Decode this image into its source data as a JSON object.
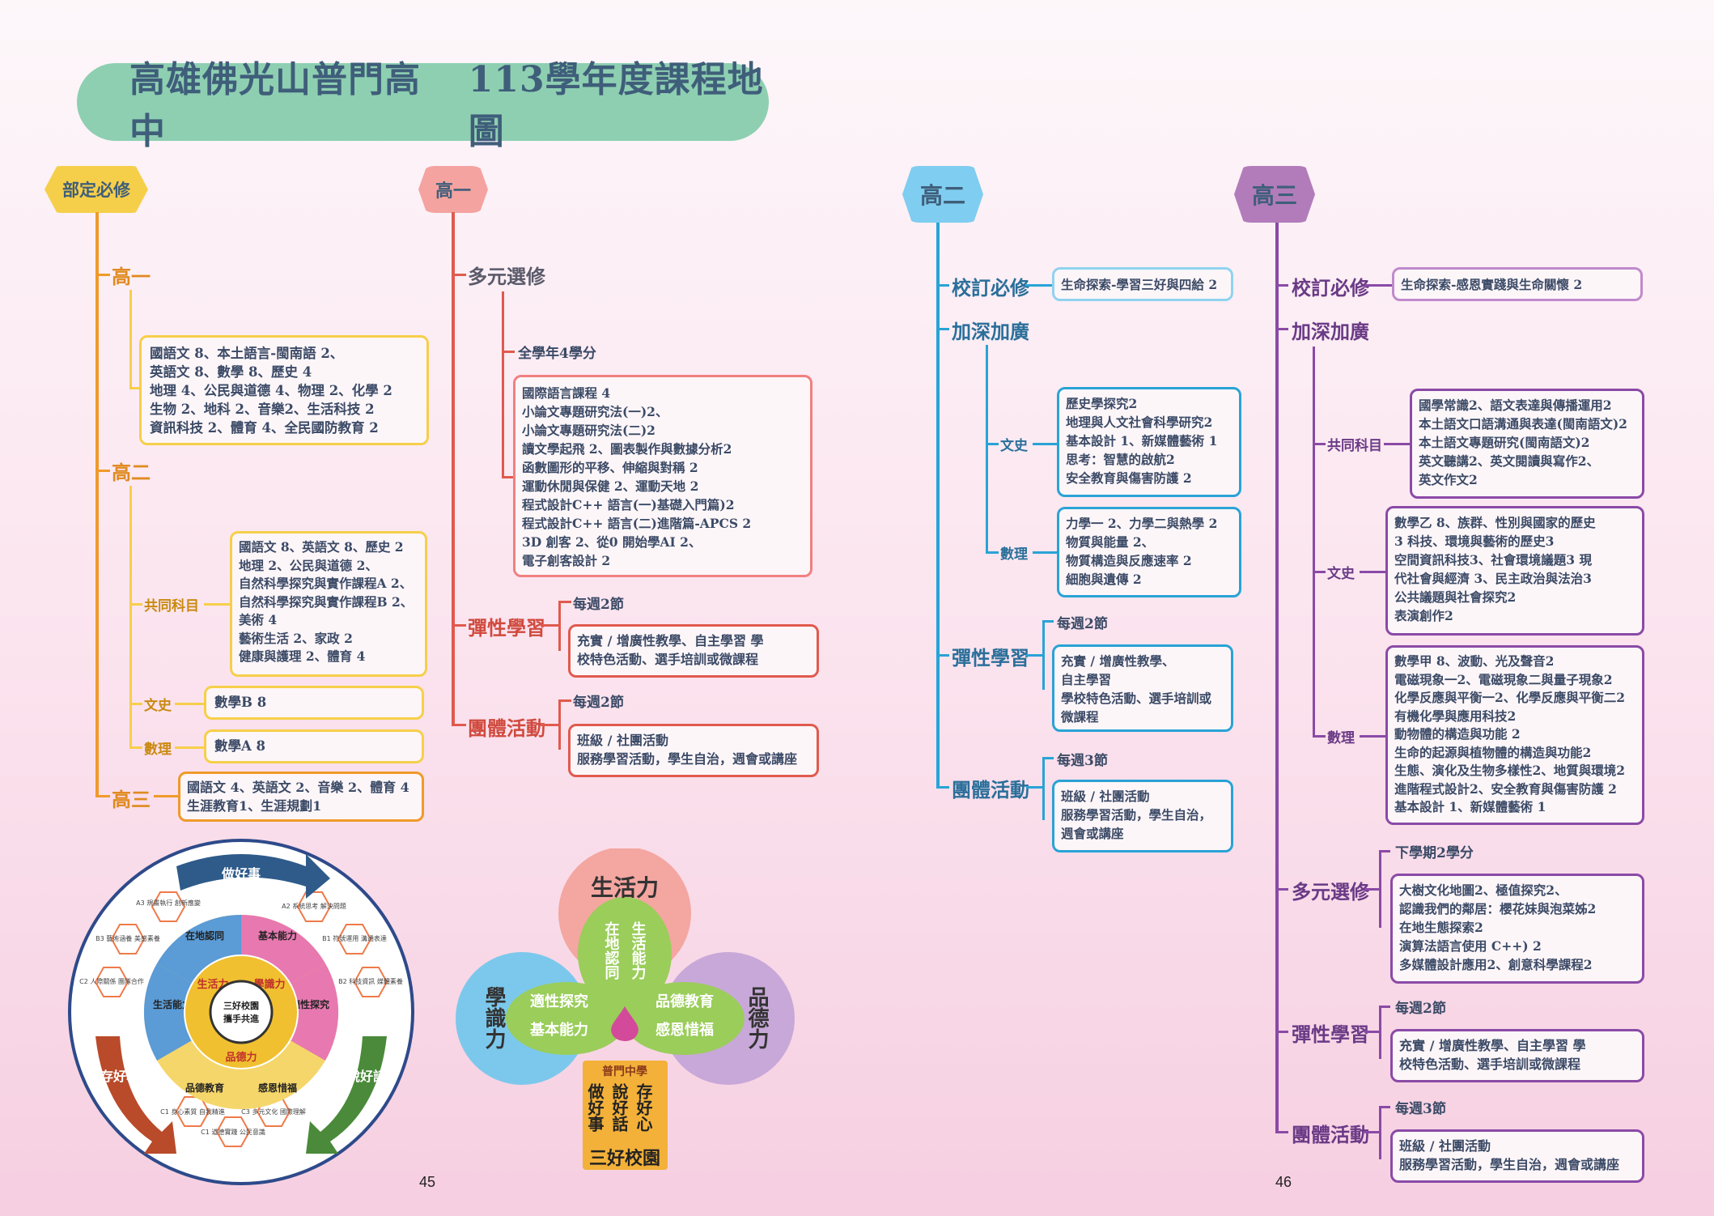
{
  "title": {
    "school": "高雄佛光山普門高中",
    "year_title": "113學年度課程地圖"
  },
  "columns": {
    "required": "部定必修",
    "g1": "高一",
    "g2": "高二",
    "g3": "高三"
  },
  "required": {
    "g1_label": "高一",
    "g1_box": [
      "國語文 8、本土語言-閩南語 2、",
      "英語文 8、數學 8、歷史 4",
      "地理 4、公民與道德 4、物理 2、化學 2",
      "生物 2、地科 2、音樂2、生活科技 2",
      "資訊科技 2、體育 4、全民國防教育 2"
    ],
    "g2_label": "高二",
    "common_label": "共同科目",
    "common_box": [
      "國語文 8、英語文 8、歷史 2",
      "地理 2、公民與道德 2、",
      "自然科學探究與實作課程A 2、",
      "自然科學探究與實作課程B 2、",
      "美術 4",
      "藝術生活 2、家政 2",
      "健康與護理 2、體育 4"
    ],
    "wenshi_label": "文史",
    "wenshi_box": [
      "數學B 8"
    ],
    "shuli_label": "數理",
    "shuli_box": [
      "數學A 8"
    ],
    "g3_label": "高三",
    "g3_box": [
      "國語文 4、英語文 2、音樂 2、體育 4",
      "生涯教育1、生涯規劃1"
    ]
  },
  "g1": {
    "multi_label": "多元選修",
    "fullyear": "全學年4學分",
    "multi_box": [
      "國際語言課程 4",
      "小論文專題研究法(一)2、",
      "小論文專題研究法(二)2",
      "讀文學起飛 2、圖表製作與數據分析2",
      "函數圖形的平移、伸縮與對稱 2",
      "運動休閒與保健 2、運動天地 2",
      "程式設計C++ 語言(一)基礎入門篇)2",
      "程式設計C++ 語言(二)進階篇-APCS 2",
      "3D 創客 2、從0 開始學AI 2、",
      "電子創客設計 2"
    ],
    "flex_label": "彈性學習",
    "flex_note": "每週2節",
    "flex_box": [
      "充實 / 增廣性教學、自主學習 學",
      "校特色活動、選手培訓或微課程"
    ],
    "group_label": "團體活動",
    "group_note": "每週2節",
    "group_box": [
      "班級 / 社團活動",
      "服務學習活動，學生自治，週會或講座"
    ]
  },
  "g2": {
    "school_label": "校訂必修",
    "school_box": "生命探索-學習三好與四給 2",
    "deep_label": "加深加廣",
    "wenshi_label": "文史",
    "wenshi_box": [
      "歷史學探究2",
      "地理與人文社會科學研究2",
      "基本設計 1、新媒體藝術 1",
      "思考：智慧的啟航2",
      "安全教育與傷害防護 2"
    ],
    "shuli_label": "數理",
    "shuli_box": [
      "力學一 2、力學二與熱學 2",
      "物質與能量 2、",
      "物質構造與反應速率 2",
      "細胞與遺傳 2"
    ],
    "flex_label": "彈性學習",
    "flex_note": "每週2節",
    "flex_box": [
      "充實 / 增廣性教學、",
      "自主學習",
      "學校特色活動、選手培訓或",
      "微課程"
    ],
    "group_label": "團體活動",
    "group_note": "每週3節",
    "group_box": [
      "班級 / 社團活動",
      "服務學習活動，學生自治，",
      "週會或講座"
    ]
  },
  "g3": {
    "school_label": "校訂必修",
    "school_box": "生命探索-感恩實踐與生命關懷 2",
    "deep_label": "加深加廣",
    "common_label": "共同科目",
    "common_box": [
      "國學常識2、語文表達與傳播運用2",
      "本土語文口語溝通與表達(閩南語文)2",
      "本土語文專題研究(閩南語文)2",
      "英文聽講2、英文閱讀與寫作2、",
      "英文作文2"
    ],
    "wenshi_label": "文史",
    "wenshi_box": [
      "數學乙 8、族群、性別與國家的歷史",
      "3 科技、環境與藝術的歷史3",
      "空間資訊科技3、社會環境議題3 現",
      "代社會與經濟 3、民主政治與法治3",
      "公共議題與社會探究2",
      "表演創作2"
    ],
    "shuli_label": "數理",
    "shuli_box": [
      "數學甲 8、波動、光及聲音2",
      "電磁現象一2、電磁現象二與量子現象2",
      "化學反應與平衡一2、化學反應與平衡二2",
      "有機化學與應用科技2",
      "動物體的構造與功能 2",
      "生命的起源與植物體的構造與功能2",
      "生態、演化及生物多樣性2、地質與環境2",
      "進階程式設計2、安全教育與傷害防護 2",
      "基本設計 1、新媒體藝術 1"
    ],
    "multi_label": "多元選修",
    "multi_note": "下學期2學分",
    "multi_box": [
      "大樹文化地圖2、極值探究2、",
      "認識我們的鄰居：櫻花妹與泡菜姊2",
      "在地生態探索2",
      "演算法語言使用 C++) 2",
      "多媒體設計應用2、創意科學課程2"
    ],
    "flex_label": "彈性學習",
    "flex_note": "每週2節",
    "flex_box": [
      "充實 / 增廣性教學、自主學習 學",
      "校特色活動、選手培訓或微課程"
    ],
    "group_label": "團體活動",
    "group_note": "每週3節",
    "group_box": [
      "班級 / 社團活動",
      "服務學習活動，學生自治，週會或講座"
    ]
  },
  "wheel": {
    "top_arrow": "做好事",
    "left_arrow": "存好心",
    "right_arrow": "說好話",
    "center_1": "三好校園",
    "center_2": "攜手共進",
    "hex_a3": "A3 規畫執行 創新應變",
    "hex_b3": "B3 藝術涵養 美感素養",
    "hex_c2": "C2 人際關係 團隊合作",
    "hex_a2": "A2 系統思考 解決問題",
    "hex_b1": "B1 符號運用 溝通表達",
    "hex_b2": "B2 科技資訊 媒體素養",
    "hex_c1a": "C1 身心素質 自我精進",
    "hex_c1b": "C1 道德實踐 公民意識",
    "hex_c3": "C3 多元文化 國際理解",
    "ring_1": "在地認同",
    "ring_2": "生活能力",
    "ring_3": "品德教育",
    "ring_4": "感恩惜福",
    "ring_5": "適性探究",
    "ring_6": "基本能力",
    "inner_1": "生活力",
    "inner_2": "學識力",
    "inner_3": "品德力"
  },
  "clover": {
    "top": "生活力",
    "left": "學識力",
    "right": "品德力",
    "t1": "在地認同",
    "t2": "生活能力",
    "l1": "適性探究",
    "l2": "基本能力",
    "r1": "品德教育",
    "r2": "感恩惜福",
    "school_name": "普門中學",
    "b1": "做好事",
    "b2": "說好話",
    "b3": "存好心",
    "motto": "三好校園"
  },
  "page_numbers": {
    "left": "45",
    "right": "46"
  },
  "colors": {
    "required": "#ef9a2a",
    "g1": "#e05a4e",
    "g2": "#29a3d6",
    "g3": "#8a4aa6"
  }
}
